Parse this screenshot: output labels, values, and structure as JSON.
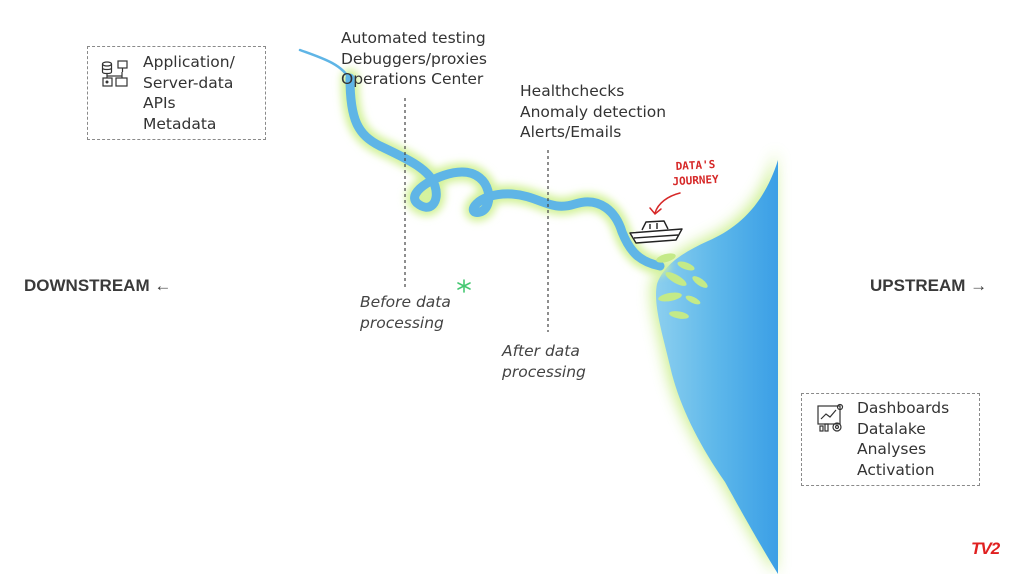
{
  "sources_box": {
    "lines": [
      "Application/",
      "Server-data",
      "APIs",
      "Metadata"
    ],
    "icon": "server-network-icon"
  },
  "consumers_box": {
    "lines": [
      "Dashboards",
      "Datalake",
      "Analyses",
      "Activation"
    ],
    "icon": "dashboard-chart-icon"
  },
  "testing_tools": [
    "Automated testing",
    "Debuggers/proxies",
    "Operations Center"
  ],
  "monitoring_tools": [
    "Healthchecks",
    "Anomaly detection",
    "Alerts/Emails"
  ],
  "stage_before": [
    "Before data",
    "processing"
  ],
  "stage_after": [
    "After data",
    "processing"
  ],
  "direction_left": "DOWNSTREAM ←",
  "direction_right": "UPSTREAM →",
  "annotation": [
    "DATA'S",
    "JOURNEY"
  ],
  "logo": "TV2",
  "colors": {
    "river": "#5fb5e6",
    "sea_deep": "#3aa3e8",
    "shore_glow": "#c9ec8c",
    "annotation": "#d62828",
    "logo": "#e02020",
    "marker": "#46c873"
  }
}
